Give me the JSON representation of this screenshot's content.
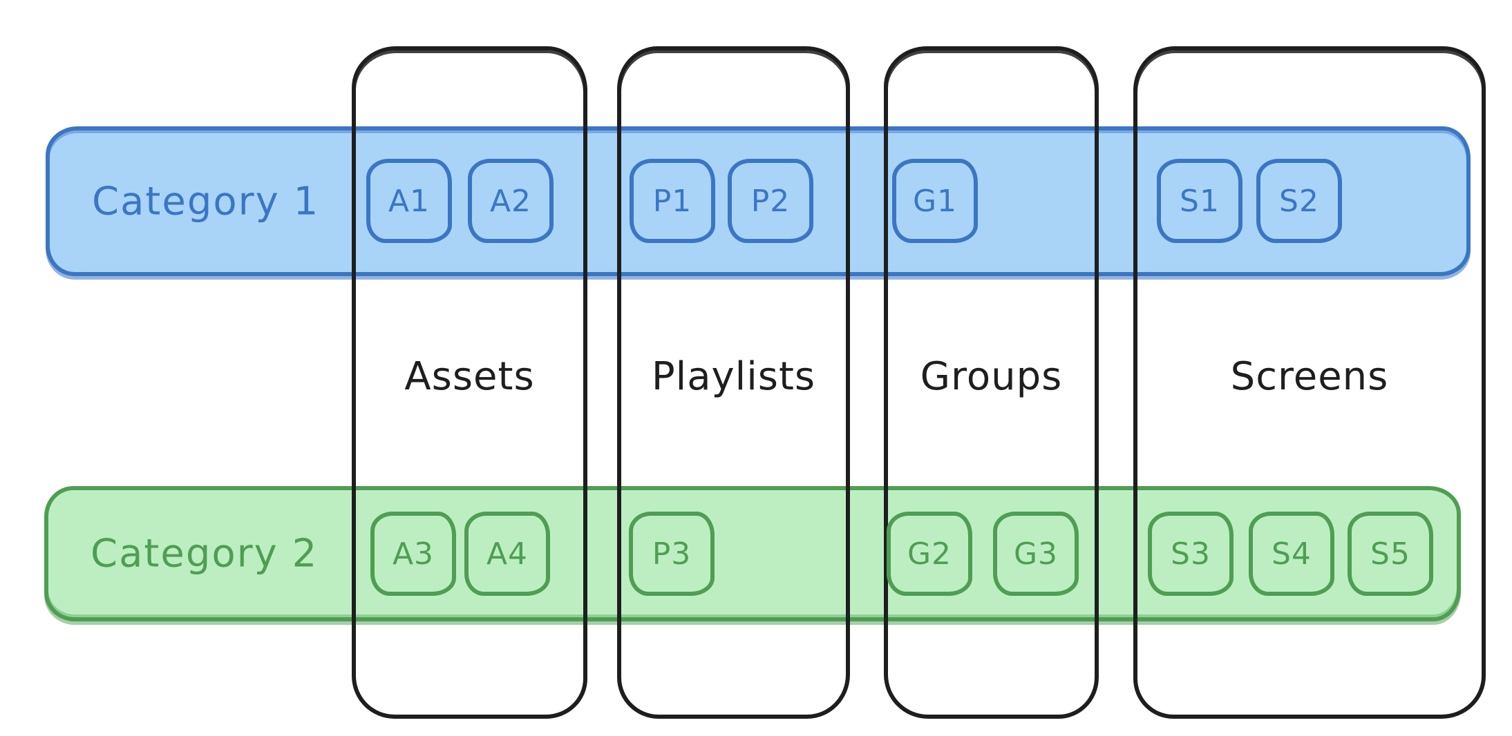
{
  "colors": {
    "column_stroke": "#1e1e1e",
    "column_title_text": "#1e1e1e",
    "category1_fill": "#a9d4f7",
    "category1_stroke": "#3b76c5",
    "category2_fill": "#bdeec2",
    "category2_stroke": "#4f9e53",
    "background": "#ffffff"
  },
  "columns": [
    {
      "label": "Assets"
    },
    {
      "label": "Playlists"
    },
    {
      "label": "Groups"
    },
    {
      "label": "Screens"
    }
  ],
  "rows": [
    {
      "label": "Category 1",
      "color": "blue",
      "chips": [
        {
          "label": "A1",
          "column": "Assets"
        },
        {
          "label": "A2",
          "column": "Assets"
        },
        {
          "label": "P1",
          "column": "Playlists"
        },
        {
          "label": "P2",
          "column": "Playlists"
        },
        {
          "label": "G1",
          "column": "Groups"
        },
        {
          "label": "S1",
          "column": "Screens"
        },
        {
          "label": "S2",
          "column": "Screens"
        }
      ]
    },
    {
      "label": "Category 2",
      "color": "green",
      "chips": [
        {
          "label": "A3",
          "column": "Assets"
        },
        {
          "label": "A4",
          "column": "Assets"
        },
        {
          "label": "P3",
          "column": "Playlists"
        },
        {
          "label": "G2",
          "column": "Groups"
        },
        {
          "label": "G3",
          "column": "Groups"
        },
        {
          "label": "S3",
          "column": "Screens"
        },
        {
          "label": "S4",
          "column": "Screens"
        },
        {
          "label": "S5",
          "column": "Screens"
        }
      ]
    }
  ]
}
